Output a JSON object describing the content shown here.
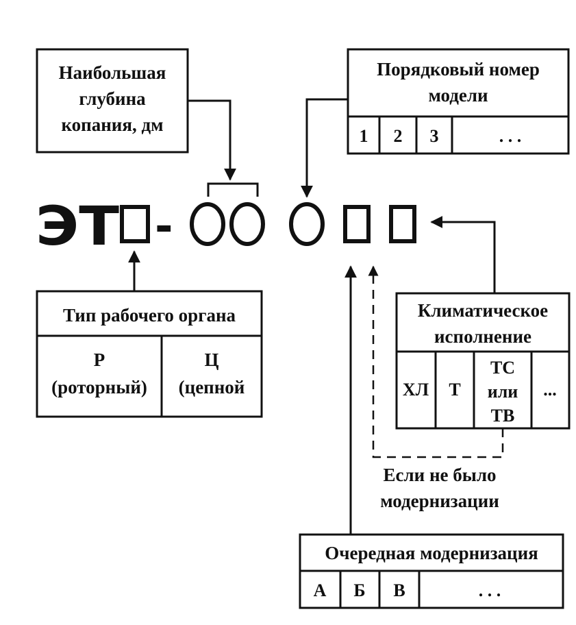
{
  "designation": {
    "prefix": "ЭТ",
    "dash": "-"
  },
  "depth_box": {
    "lines": [
      "Наибольшая",
      "глубина",
      "копания, дм"
    ]
  },
  "model_box": {
    "title_lines": [
      "Порядковый номер",
      "модели"
    ],
    "cells": [
      "1",
      "2",
      "3",
      ". . ."
    ]
  },
  "organ_box": {
    "title": "Тип рабочего органа",
    "options": [
      {
        "line1": "Р",
        "line2": "(роторный)"
      },
      {
        "line1": "Ц",
        "line2": "(цепной"
      }
    ]
  },
  "climate_box": {
    "title_lines": [
      "Климатическое",
      "исполнение"
    ],
    "cells": [
      {
        "lines": [
          "ХЛ"
        ]
      },
      {
        "lines": [
          "Т"
        ]
      },
      {
        "lines": [
          "ТС",
          "или",
          "ТВ"
        ]
      },
      {
        "lines": [
          "..."
        ]
      }
    ]
  },
  "note": {
    "lines": [
      "Если не было",
      "модернизации"
    ]
  },
  "modernization_box": {
    "title": "Очередная модернизация",
    "cells": [
      "А",
      "Б",
      "В",
      ". . ."
    ]
  }
}
